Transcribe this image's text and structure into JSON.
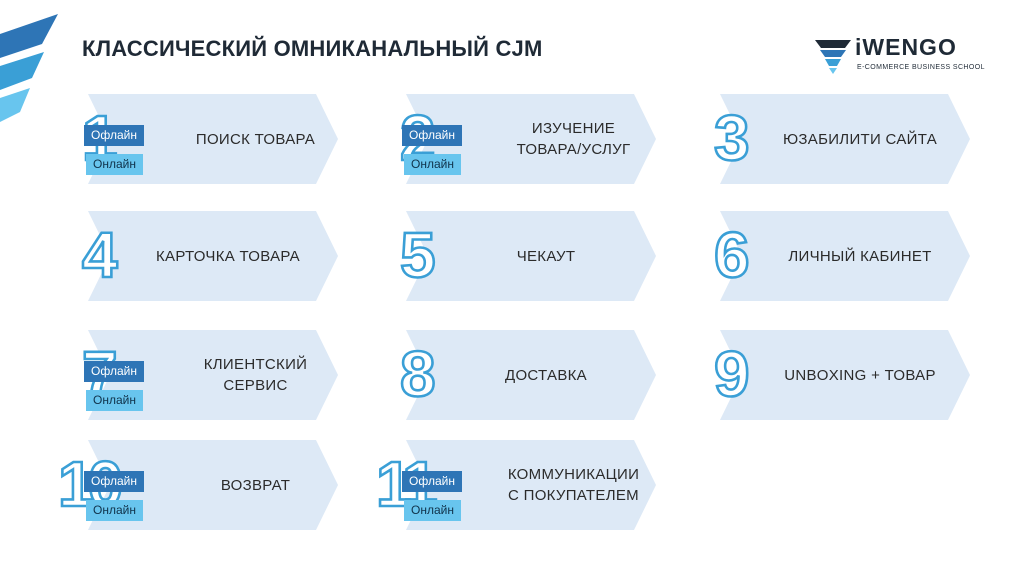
{
  "title": "КЛАССИЧЕСКИЙ ОМНИКАНАЛЬНЫЙ CJM",
  "logo": {
    "name": "iWENGO",
    "tagline": "E-COMMERCE BUSINESS SCHOOL"
  },
  "colors": {
    "arrow_fill": "#dde9f6",
    "number_stroke": "#3a9fd6",
    "offline_tag": "#2e75b6",
    "online_tag": "#68c5ee",
    "stripe_dark": "#2e75b6",
    "stripe_light": "#68c5ee"
  },
  "tags": {
    "offline": "Офлайн",
    "online": "Онлайн"
  },
  "steps": [
    {
      "number": "1",
      "label": "ПОИСК ТОВАРА",
      "tags": true
    },
    {
      "number": "2",
      "label": "ИЗУЧЕНИЕ\nТОВАРА/УСЛУГ",
      "tags": true
    },
    {
      "number": "3",
      "label": "ЮЗАБИЛИТИ САЙТА",
      "tags": false
    },
    {
      "number": "4",
      "label": "КАРТОЧКА ТОВАРА",
      "tags": false
    },
    {
      "number": "5",
      "label": "ЧЕКАУТ",
      "tags": false
    },
    {
      "number": "6",
      "label": "ЛИЧНЫЙ КАБИНЕТ",
      "tags": false
    },
    {
      "number": "7",
      "label": "КЛИЕНТСКИЙ\nСЕРВИС",
      "tags": true
    },
    {
      "number": "8",
      "label": "ДОСТАВКА",
      "tags": false
    },
    {
      "number": "9",
      "label": "UNBOXING + ТОВАР",
      "tags": false
    },
    {
      "number": "10",
      "label": "ВОЗВРАТ",
      "tags": true
    },
    {
      "number": "11",
      "label": "КОММУНИКАЦИИ\nС ПОКУПАТЕЛЕМ",
      "tags": true
    }
  ]
}
